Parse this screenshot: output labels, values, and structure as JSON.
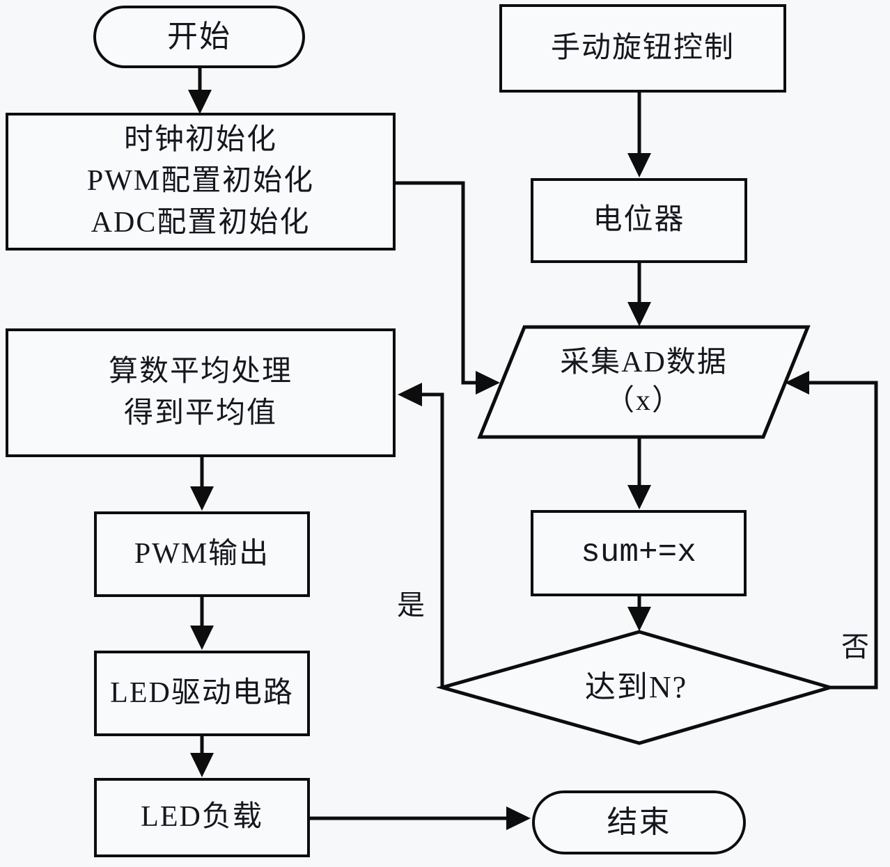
{
  "diagram": {
    "type": "flowchart",
    "description": "PWM LED dimming control flow with manual knob / ADC averaging loop"
  },
  "colors": {
    "background": "#f7f8fa",
    "node_fill": "#f9fafc",
    "line": "#0d0d0d",
    "text": "#16161e"
  },
  "nodes": {
    "start": {
      "label": "开始"
    },
    "init": {
      "line1": "时钟初始化",
      "line2": "PWM配置初始化",
      "line3": "ADC配置初始化"
    },
    "manual_knob": {
      "label": "手动旋钮控制"
    },
    "potentiometer": {
      "label": "电位器"
    },
    "collect_ad": {
      "line1": "采集AD数据",
      "line2": "（x）"
    },
    "average": {
      "line1": "算数平均处理",
      "line2": "得到平均值"
    },
    "sum": {
      "label": "sum+=x"
    },
    "decision": {
      "label": "达到N?"
    },
    "pwm_output": {
      "label": "PWM输出"
    },
    "led_driver": {
      "label": "LED驱动电路"
    },
    "led_load": {
      "label": "LED负载"
    },
    "end": {
      "label": "结束"
    }
  },
  "edges": {
    "yes_label": "是",
    "no_label": "否"
  }
}
